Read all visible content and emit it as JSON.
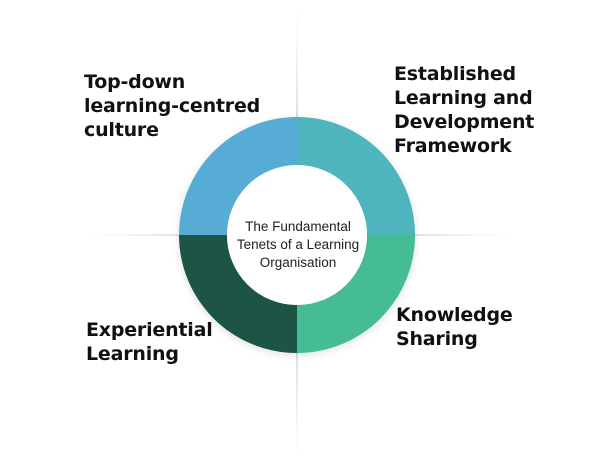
{
  "center_title": "The Fundamental\nTenets of a Learning\nOrganisation",
  "quadrants": [
    {
      "label": "Top-down\nlearning-centred\nculture",
      "color": "#56acd5"
    },
    {
      "label": "Established\nLearning and\nDevelopment\nFramework",
      "color": "#4eb5bb"
    },
    {
      "label": "Knowledge\nSharing",
      "color": "#44bc94"
    },
    {
      "label": "Experiential\nLearning",
      "color": "#1e5544"
    }
  ],
  "colors": {
    "divider": "#b4b4b4",
    "center_fill": "#ffffff"
  }
}
